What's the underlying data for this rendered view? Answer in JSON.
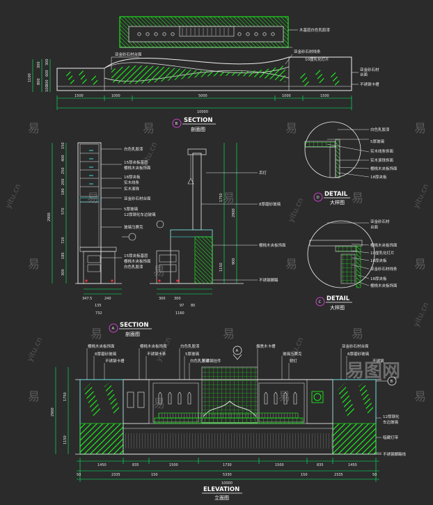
{
  "colors": {
    "background": "#2b2b2b",
    "line": "#f0f0f0",
    "hatch": "#19ff19",
    "dimension": "#00ff66",
    "leader": "#ffffff",
    "bubble": "#ff44ff",
    "cyan": "#3fe0e0",
    "red": "#ff3030"
  },
  "top_plan": {
    "label_top": "木基层白色乳胶漆",
    "label_left": "亚金砂石材台面",
    "label_right_1": "亚金砂石材线条",
    "label_right_2": "10厘乳化灯片",
    "label_far_right_1": "亚金砂石材",
    "label_far_right_2": "台面",
    "label_far_right_3": "不锈钢卡槽",
    "dims": [
      "1500",
      "1000",
      "5000",
      "1000",
      "1500"
    ],
    "total": "10000",
    "v_dims": [
      "1100",
      "300",
      "800",
      "300",
      "600",
      "300",
      "100"
    ]
  },
  "section_b": {
    "letter": "B",
    "title": "SECTION",
    "subtitle": "剖面图",
    "labels": [
      "白色乳胶漆",
      "15厚夹板基层",
      "樱桃木夹板饰面",
      "18厚夹板",
      "实木线条",
      "实木滚珠",
      "亚金砂石材台面",
      "5厚玻璃",
      "12厚钢化车边玻璃",
      "玻璃马赛克",
      "15厚夹板基层",
      "樱桃木夹板饰面",
      "白色乳胶漆",
      "吊灯",
      "8厚磨砂玻璃",
      "樱桃木夹板饰面",
      "不锈钢脚踢"
    ],
    "bottom_dims": [
      "347.5",
      "240",
      "135",
      "732",
      "300",
      "300",
      "97",
      "80",
      "1160"
    ],
    "left_dims": [
      "2900",
      "150",
      "400",
      "250",
      "200",
      "180",
      "570",
      "720",
      "180",
      "300"
    ],
    "mid_dims": [
      "1150",
      "1750",
      "900",
      "2900"
    ]
  },
  "detail_d": {
    "letter": "D",
    "title": "DETAIL",
    "subtitle": "大样图",
    "labels": [
      "白色乳胶漆",
      "5厚玻璃",
      "实木线条饰面",
      "实木滚珠饰面",
      "樱桃木夹板饰面",
      "18厚夹板"
    ]
  },
  "detail_c": {
    "letter": "C",
    "title": "DETAIL",
    "subtitle": "大样图",
    "labels": [
      "亚金砂石材",
      "台面",
      "樱桃木夹板饰面",
      "10厘乳化灯片",
      "18厚夹板",
      "亚金砂石材线条",
      "18厚夹板",
      "樱桃木夹板饰面"
    ]
  },
  "section_a": {
    "letter": "A",
    "title": "SECTION",
    "subtitle": "剖面图"
  },
  "elevation": {
    "title": "ELEVATION",
    "subtitle": "立面图",
    "marker_a": "A",
    "marker_b": "B",
    "labels_top": [
      "樱桃木夹板饰面",
      "8厚磨砂玻璃",
      "不锈钢卡槽",
      "樱桃木夹板饰面",
      "不锈钢卡条",
      "白色乳胶漆",
      "5厚玻璃",
      "白色乳胶漆",
      "不锈钢挂件",
      "烟熏木卡槽",
      "玻璃马赛克",
      "射灯",
      "亚金砂石材台面",
      "8厚磨砂玻璃",
      "不锈钢"
    ],
    "labels_right": [
      "12厚钢化",
      "车边玻璃",
      "暗藏灯带",
      "不锈钢脚踢线"
    ],
    "left_dims": [
      "2900",
      "1750",
      "1150"
    ],
    "dims_row1": [
      "1450",
      "835",
      "1500",
      "1730",
      "1500",
      "835",
      "1450"
    ],
    "dims_row2": [
      "50",
      "2335",
      "150",
      "5330",
      "150",
      "2335",
      "50"
    ],
    "total": "10000"
  },
  "watermarks": [
    "易",
    "yitu.cn",
    "易图网"
  ]
}
